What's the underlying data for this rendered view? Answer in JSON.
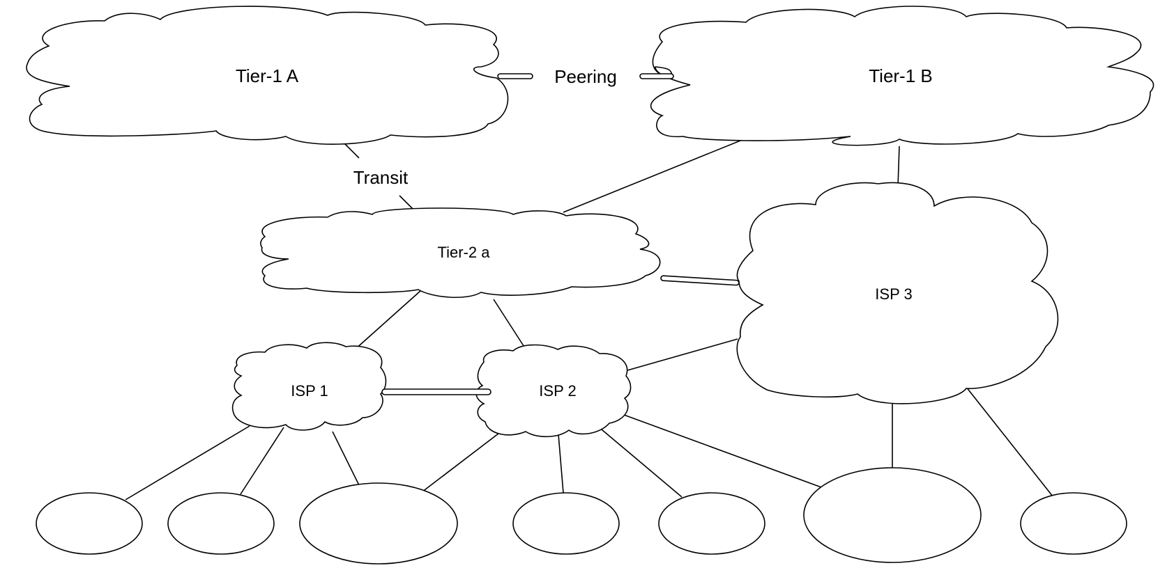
{
  "nodes": {
    "tier1_a": "Tier-1 A",
    "tier1_b": "Tier-1 B",
    "tier2_a": "Tier-2 a",
    "isp1": "ISP 1",
    "isp2": "ISP 2",
    "isp3": "ISP 3"
  },
  "labels": {
    "peering": "Peering",
    "transit": "Transit"
  }
}
